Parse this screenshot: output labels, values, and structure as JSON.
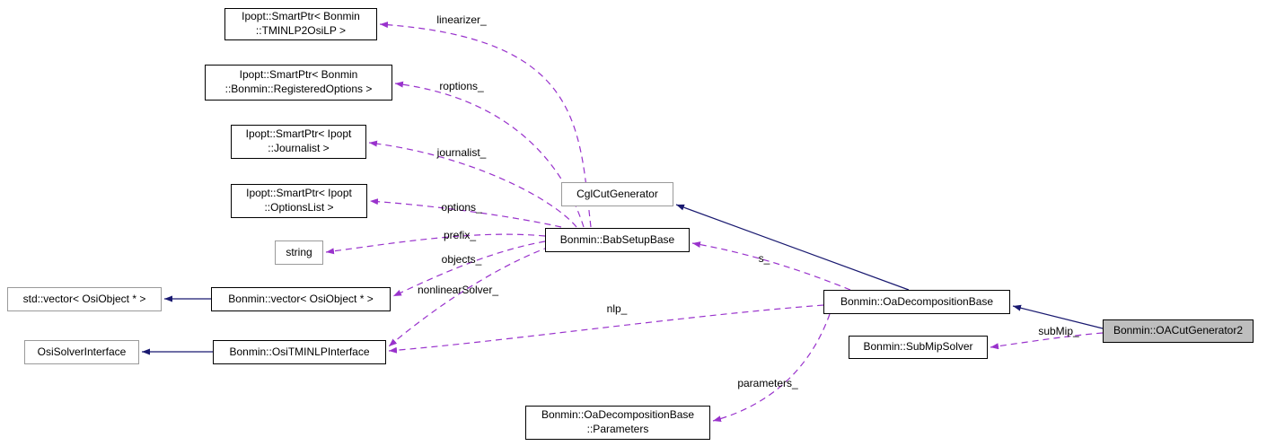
{
  "nodes": {
    "tminlp2osilp": "Ipopt::SmartPtr< Bonmin\n::TMINLP2OsiLP >",
    "registered_options": "Ipopt::SmartPtr< Bonmin\n::Bonmin::RegisteredOptions >",
    "journalist": "Ipopt::SmartPtr< Ipopt\n::Journalist >",
    "options_list": "Ipopt::SmartPtr< Ipopt\n::OptionsList >",
    "string": "string",
    "std_vector": "std::vector< OsiObject * >",
    "bonmin_vector": "Bonmin::vector< OsiObject * >",
    "osi_solver_interface": "OsiSolverInterface",
    "osi_tminlp_interface": "Bonmin::OsiTMINLPInterface",
    "cgl_cut_generator": "CglCutGenerator",
    "bab_setup_base": "Bonmin::BabSetupBase",
    "oa_decomposition_base": "Bonmin::OaDecompositionBase",
    "sub_mip_solver": "Bonmin::SubMipSolver",
    "oa_parameters": "Bonmin::OaDecompositionBase\n::Parameters",
    "oa_cut_generator2": "Bonmin::OACutGenerator2"
  },
  "edge_labels": {
    "linearizer": "linearizer_",
    "roptions": "roptions_",
    "journalist": "journalist_",
    "options": "options_",
    "prefix": "prefix_",
    "objects": "objects_",
    "nonlinear_solver": "nonlinearSolver_",
    "nlp": "nlp_",
    "s": "s_",
    "sub_mip": "subMip_",
    "parameters": "parameters_"
  },
  "colors": {
    "inheritance_edge": "#191970",
    "usage_edge": "#9932cc",
    "node_border": "#000000",
    "external_node_border": "#9a9a9a",
    "highlight_node_bg": "#bebebe"
  }
}
